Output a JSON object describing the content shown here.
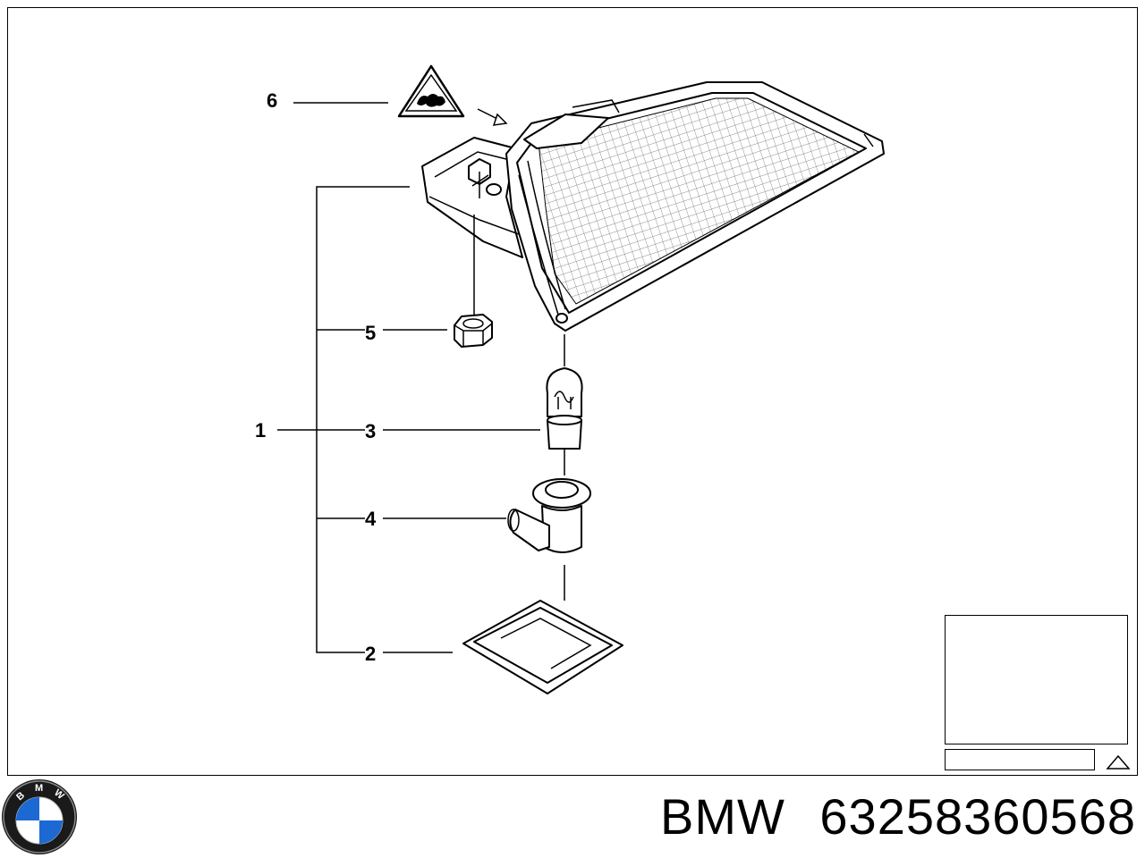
{
  "diagram": {
    "callouts": {
      "c1": "1",
      "c2": "2",
      "c3": "3",
      "c4": "4",
      "c5": "5",
      "c6": "6"
    }
  },
  "footer": {
    "brand": "BMW",
    "part_number": "63258360568"
  },
  "icons": {
    "logo": "bmw-roundel-logo",
    "warning": "warning-triangle-icon"
  },
  "colors": {
    "logo_blue": "#1c69d4",
    "logo_ring": "#1a1a1a"
  }
}
